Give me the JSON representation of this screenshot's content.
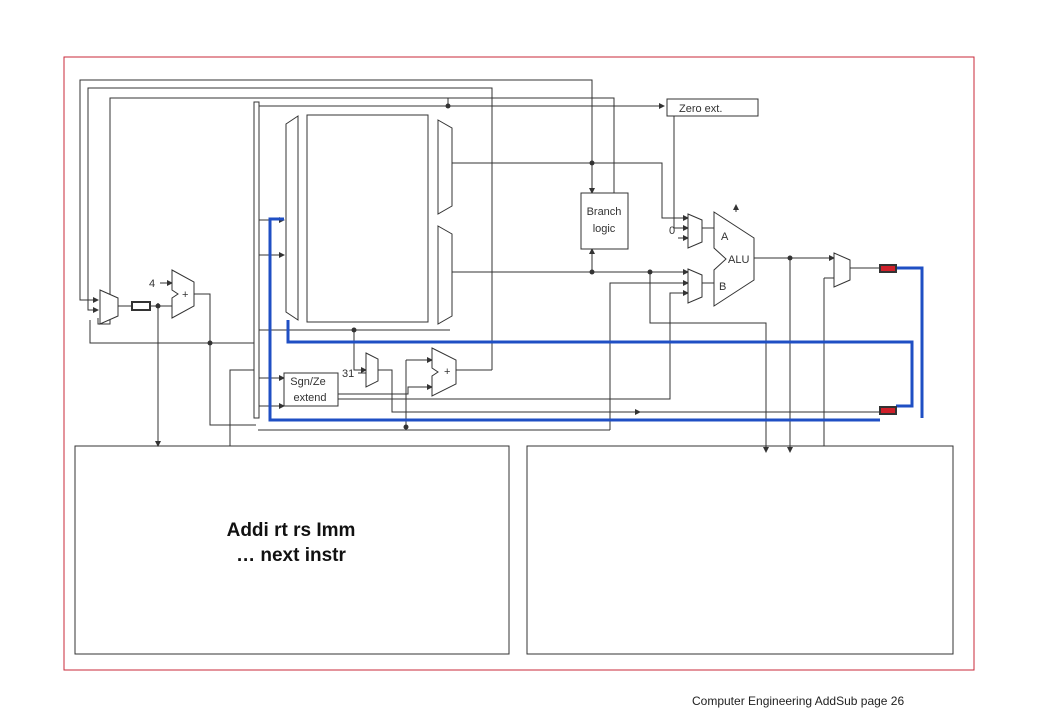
{
  "labels": {
    "zero_ext": "Zero ext.",
    "branch_line1": "Branch",
    "branch_line2": "logic",
    "alu": "ALU",
    "alu_a": "A",
    "alu_b": "B",
    "zero_input": "0",
    "const_four": "4",
    "const_31": "31",
    "plus": "+",
    "sgn_line1": "Sgn/Ze",
    "sgn_line2": "extend"
  },
  "instruction": {
    "line1": "Addi rt rs Imm",
    "line2": "… next instr"
  },
  "footer": "Computer Engineering AddSub page 26",
  "colors": {
    "frame": "#c8283a",
    "wire": "#333333",
    "highlight": "#1f4fc4",
    "register_fill": "#d0202a"
  }
}
